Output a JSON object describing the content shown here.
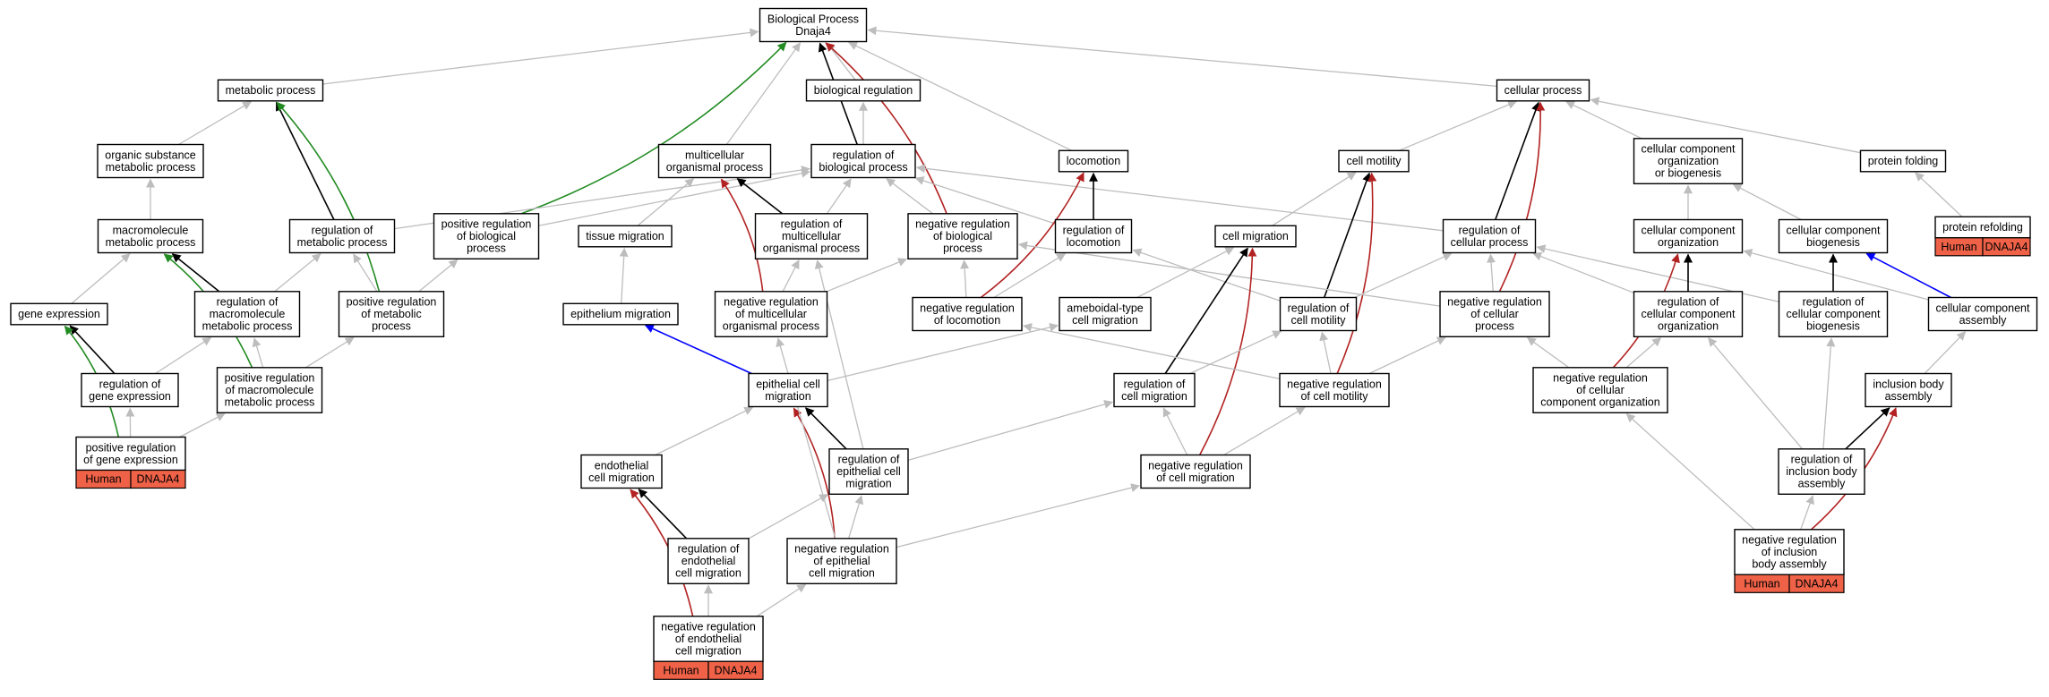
{
  "colors": {
    "is_a": "#bdbdbd",
    "regulates": "#000000",
    "positively_regulates": "#228b22",
    "negatively_regulates": "#b22222",
    "part_of": "#0000ff",
    "annotation_fill": "#f06248"
  },
  "nodes": [
    {
      "id": "bp",
      "lines": [
        "Biological Process",
        "Dnaja4"
      ]
    },
    {
      "id": "metab",
      "lines": [
        "metabolic process"
      ]
    },
    {
      "id": "biolreg",
      "lines": [
        "biological regulation"
      ]
    },
    {
      "id": "cellproc",
      "lines": [
        "cellular process"
      ]
    },
    {
      "id": "orgsub",
      "lines": [
        "organic substance",
        "metabolic process"
      ]
    },
    {
      "id": "multi",
      "lines": [
        "multicellular",
        "organismal process"
      ]
    },
    {
      "id": "regbio",
      "lines": [
        "regulation of",
        "biological process"
      ]
    },
    {
      "id": "loco",
      "lines": [
        "locomotion"
      ]
    },
    {
      "id": "cellmot",
      "lines": [
        "cell motility"
      ]
    },
    {
      "id": "ccob",
      "lines": [
        "cellular component",
        "organization",
        "or biogenesis"
      ]
    },
    {
      "id": "protfold",
      "lines": [
        "protein folding"
      ]
    },
    {
      "id": "macro",
      "lines": [
        "macromolecule",
        "metabolic process"
      ]
    },
    {
      "id": "regmetab",
      "lines": [
        "regulation of",
        "metabolic process"
      ]
    },
    {
      "id": "posbio",
      "lines": [
        "positive regulation",
        "of biological",
        "process"
      ]
    },
    {
      "id": "tissue",
      "lines": [
        "tissue migration"
      ]
    },
    {
      "id": "regmulti",
      "lines": [
        "regulation of",
        "multicellular",
        "organismal process"
      ]
    },
    {
      "id": "negbio",
      "lines": [
        "negative regulation",
        "of biological",
        "process"
      ]
    },
    {
      "id": "regloco",
      "lines": [
        "regulation of",
        "locomotion"
      ]
    },
    {
      "id": "cellmig",
      "lines": [
        "cell migration"
      ]
    },
    {
      "id": "regcell",
      "lines": [
        "regulation of",
        "cellular process"
      ]
    },
    {
      "id": "cco",
      "lines": [
        "cellular component",
        "organization"
      ]
    },
    {
      "id": "ccb",
      "lines": [
        "cellular component",
        "biogenesis"
      ]
    },
    {
      "id": "protref",
      "lines": [
        "protein refolding"
      ],
      "tags": [
        "Human",
        "DNAJA4"
      ]
    },
    {
      "id": "geneexp",
      "lines": [
        "gene expression"
      ]
    },
    {
      "id": "regmacro",
      "lines": [
        "regulation of",
        "macromolecule",
        "metabolic process"
      ]
    },
    {
      "id": "posmetab",
      "lines": [
        "positive regulation",
        "of metabolic",
        "process"
      ]
    },
    {
      "id": "epimig",
      "lines": [
        "epithelium migration"
      ]
    },
    {
      "id": "negmulti",
      "lines": [
        "negative regulation",
        "of multicellular",
        "organismal process"
      ]
    },
    {
      "id": "negloco",
      "lines": [
        "negative regulation",
        "of locomotion"
      ]
    },
    {
      "id": "amoeb",
      "lines": [
        "ameboidal-type",
        "cell migration"
      ]
    },
    {
      "id": "regmot",
      "lines": [
        "regulation of",
        "cell motility"
      ]
    },
    {
      "id": "negcell",
      "lines": [
        "negative regulation",
        "of cellular",
        "process"
      ]
    },
    {
      "id": "regcco",
      "lines": [
        "regulation of",
        "cellular component",
        "organization"
      ]
    },
    {
      "id": "regccb",
      "lines": [
        "regulation of",
        "cellular component",
        "biogenesis"
      ]
    },
    {
      "id": "ccass",
      "lines": [
        "cellular component",
        "assembly"
      ]
    },
    {
      "id": "reggene",
      "lines": [
        "regulation of",
        "gene expression"
      ]
    },
    {
      "id": "posmacro",
      "lines": [
        "positive regulation",
        "of macromolecule",
        "metabolic process"
      ]
    },
    {
      "id": "epicell",
      "lines": [
        "epithelial cell",
        "migration"
      ]
    },
    {
      "id": "regmig",
      "lines": [
        "regulation of",
        "cell migration"
      ]
    },
    {
      "id": "negmot",
      "lines": [
        "negative regulation",
        "of cell motility"
      ]
    },
    {
      "id": "negcco",
      "lines": [
        "negative regulation",
        "of cellular",
        "component organization"
      ]
    },
    {
      "id": "incl",
      "lines": [
        "inclusion body",
        "assembly"
      ]
    },
    {
      "id": "posgene",
      "lines": [
        "positive regulation",
        "of gene expression"
      ],
      "tags": [
        "Human",
        "DNAJA4"
      ]
    },
    {
      "id": "endo",
      "lines": [
        "endothelial",
        "cell migration"
      ]
    },
    {
      "id": "regepi",
      "lines": [
        "regulation of",
        "epithelial cell",
        "migration"
      ]
    },
    {
      "id": "negmig",
      "lines": [
        "negative regulation",
        "of cell migration"
      ]
    },
    {
      "id": "regincl",
      "lines": [
        "regulation of",
        "inclusion body",
        "assembly"
      ]
    },
    {
      "id": "regendo",
      "lines": [
        "regulation of",
        "endothelial",
        "cell migration"
      ]
    },
    {
      "id": "negepi",
      "lines": [
        "negative regulation",
        "of epithelial",
        "cell migration"
      ]
    },
    {
      "id": "negincl",
      "lines": [
        "negative regulation",
        "of inclusion",
        "body assembly"
      ],
      "tags": [
        "Human",
        "DNAJA4"
      ]
    },
    {
      "id": "negendo",
      "lines": [
        "negative regulation",
        "of endothelial",
        "cell migration"
      ],
      "tags": [
        "Human",
        "DNAJA4"
      ]
    }
  ],
  "edges": [
    {
      "from": "metab",
      "to": "bp",
      "type": "is_a"
    },
    {
      "from": "biolreg",
      "to": "bp",
      "type": "is_a"
    },
    {
      "from": "cellproc",
      "to": "bp",
      "type": "is_a"
    },
    {
      "from": "multi",
      "to": "bp",
      "type": "is_a"
    },
    {
      "from": "regbio",
      "to": "bp",
      "type": "regulates"
    },
    {
      "from": "posbio",
      "to": "bp",
      "type": "positively_regulates"
    },
    {
      "from": "negbio",
      "to": "bp",
      "type": "negatively_regulates"
    },
    {
      "from": "loco",
      "to": "bp",
      "type": "is_a"
    },
    {
      "from": "regbio",
      "to": "biolreg",
      "type": "is_a"
    },
    {
      "from": "orgsub",
      "to": "metab",
      "type": "is_a"
    },
    {
      "from": "regmetab",
      "to": "metab",
      "type": "regulates"
    },
    {
      "from": "posmetab",
      "to": "metab",
      "type": "positively_regulates"
    },
    {
      "from": "macro",
      "to": "orgsub",
      "type": "is_a"
    },
    {
      "from": "geneexp",
      "to": "macro",
      "type": "is_a"
    },
    {
      "from": "regmacro",
      "to": "macro",
      "type": "regulates"
    },
    {
      "from": "posmacro",
      "to": "macro",
      "type": "positively_regulates"
    },
    {
      "from": "reggene",
      "to": "geneexp",
      "type": "regulates"
    },
    {
      "from": "posgene",
      "to": "geneexp",
      "type": "positively_regulates"
    },
    {
      "from": "regmetab",
      "to": "regbio",
      "type": "is_a"
    },
    {
      "from": "posbio",
      "to": "regbio",
      "type": "is_a"
    },
    {
      "from": "regmulti",
      "to": "regbio",
      "type": "is_a"
    },
    {
      "from": "negbio",
      "to": "regbio",
      "type": "is_a"
    },
    {
      "from": "regloco",
      "to": "regbio",
      "type": "is_a"
    },
    {
      "from": "regcell",
      "to": "regbio",
      "type": "is_a"
    },
    {
      "from": "tissue",
      "to": "multi",
      "type": "is_a"
    },
    {
      "from": "regmulti",
      "to": "multi",
      "type": "regulates"
    },
    {
      "from": "negmulti",
      "to": "multi",
      "type": "negatively_regulates"
    },
    {
      "from": "regloco",
      "to": "loco",
      "type": "regulates"
    },
    {
      "from": "negloco",
      "to": "loco",
      "type": "negatively_regulates"
    },
    {
      "from": "cellmot",
      "to": "cellproc",
      "type": "is_a"
    },
    {
      "from": "ccob",
      "to": "cellproc",
      "type": "is_a"
    },
    {
      "from": "protfold",
      "to": "cellproc",
      "type": "is_a"
    },
    {
      "from": "regcell",
      "to": "cellproc",
      "type": "regulates"
    },
    {
      "from": "negcell",
      "to": "cellproc",
      "type": "negatively_regulates"
    },
    {
      "from": "cellmig",
      "to": "cellmot",
      "type": "is_a"
    },
    {
      "from": "regmot",
      "to": "cellmot",
      "type": "regulates"
    },
    {
      "from": "negmot",
      "to": "cellmot",
      "type": "negatively_regulates"
    },
    {
      "from": "cco",
      "to": "ccob",
      "type": "is_a"
    },
    {
      "from": "ccb",
      "to": "ccob",
      "type": "is_a"
    },
    {
      "from": "protref",
      "to": "protfold",
      "type": "is_a"
    },
    {
      "from": "posmacro",
      "to": "regmacro",
      "type": "is_a"
    },
    {
      "from": "reggene",
      "to": "regmacro",
      "type": "is_a"
    },
    {
      "from": "posmetab",
      "to": "regmetab",
      "type": "is_a"
    },
    {
      "from": "regmacro",
      "to": "regmetab",
      "type": "is_a"
    },
    {
      "from": "posmetab",
      "to": "posbio",
      "type": "is_a"
    },
    {
      "from": "posmacro",
      "to": "posmetab",
      "type": "is_a"
    },
    {
      "from": "posgene",
      "to": "reggene",
      "type": "is_a"
    },
    {
      "from": "posgene",
      "to": "posmacro",
      "type": "is_a"
    },
    {
      "from": "epimig",
      "to": "tissue",
      "type": "is_a"
    },
    {
      "from": "epicell",
      "to": "epimig",
      "type": "part_of"
    },
    {
      "from": "negmulti",
      "to": "regmulti",
      "type": "is_a"
    },
    {
      "from": "negmulti",
      "to": "negbio",
      "type": "is_a"
    },
    {
      "from": "negloco",
      "to": "negbio",
      "type": "is_a"
    },
    {
      "from": "negcell",
      "to": "negbio",
      "type": "is_a"
    },
    {
      "from": "negloco",
      "to": "regloco",
      "type": "is_a"
    },
    {
      "from": "regmot",
      "to": "regloco",
      "type": "is_a"
    },
    {
      "from": "amoeb",
      "to": "cellmig",
      "type": "is_a"
    },
    {
      "from": "regmig",
      "to": "cellmig",
      "type": "regulates"
    },
    {
      "from": "negmig",
      "to": "cellmig",
      "type": "negatively_regulates"
    },
    {
      "from": "regmot",
      "to": "regcell",
      "type": "is_a"
    },
    {
      "from": "negcell",
      "to": "regcell",
      "type": "is_a"
    },
    {
      "from": "regcco",
      "to": "regcell",
      "type": "is_a"
    },
    {
      "from": "regccb",
      "to": "regcell",
      "type": "is_a"
    },
    {
      "from": "regcco",
      "to": "cco",
      "type": "regulates"
    },
    {
      "from": "negcco",
      "to": "cco",
      "type": "negatively_regulates"
    },
    {
      "from": "ccass",
      "to": "cco",
      "type": "is_a"
    },
    {
      "from": "regccb",
      "to": "ccb",
      "type": "regulates"
    },
    {
      "from": "ccass",
      "to": "ccb",
      "type": "part_of"
    },
    {
      "from": "epicell",
      "to": "amoeb",
      "type": "is_a"
    },
    {
      "from": "negmot",
      "to": "negloco",
      "type": "is_a"
    },
    {
      "from": "regmig",
      "to": "regmot",
      "type": "is_a"
    },
    {
      "from": "negmot",
      "to": "regmot",
      "type": "is_a"
    },
    {
      "from": "negmot",
      "to": "negcell",
      "type": "is_a"
    },
    {
      "from": "negcco",
      "to": "negcell",
      "type": "is_a"
    },
    {
      "from": "negcco",
      "to": "regcco",
      "type": "is_a"
    },
    {
      "from": "regincl",
      "to": "regcco",
      "type": "is_a"
    },
    {
      "from": "regincl",
      "to": "regccb",
      "type": "is_a"
    },
    {
      "from": "incl",
      "to": "ccass",
      "type": "is_a"
    },
    {
      "from": "regepi",
      "to": "epicell",
      "type": "regulates"
    },
    {
      "from": "negepi",
      "to": "epicell",
      "type": "negatively_regulates"
    },
    {
      "from": "endo",
      "to": "epicell",
      "type": "is_a"
    },
    {
      "from": "negmig",
      "to": "regmig",
      "type": "is_a"
    },
    {
      "from": "regepi",
      "to": "regmig",
      "type": "is_a"
    },
    {
      "from": "negmig",
      "to": "negmot",
      "type": "is_a"
    },
    {
      "from": "regincl",
      "to": "incl",
      "type": "regulates"
    },
    {
      "from": "negincl",
      "to": "incl",
      "type": "negatively_regulates"
    },
    {
      "from": "negepi",
      "to": "regepi",
      "type": "is_a"
    },
    {
      "from": "regendo",
      "to": "regepi",
      "type": "is_a"
    },
    {
      "from": "negepi",
      "to": "negmig",
      "type": "is_a"
    },
    {
      "from": "negepi",
      "to": "negmulti",
      "type": "is_a"
    },
    {
      "from": "regepi",
      "to": "regmulti",
      "type": "is_a"
    },
    {
      "from": "regendo",
      "to": "endo",
      "type": "regulates"
    },
    {
      "from": "negendo",
      "to": "endo",
      "type": "negatively_regulates"
    },
    {
      "from": "negendo",
      "to": "regendo",
      "type": "is_a"
    },
    {
      "from": "negendo",
      "to": "negepi",
      "type": "is_a"
    },
    {
      "from": "negincl",
      "to": "regincl",
      "type": "is_a"
    },
    {
      "from": "negincl",
      "to": "negcco",
      "type": "is_a"
    }
  ]
}
